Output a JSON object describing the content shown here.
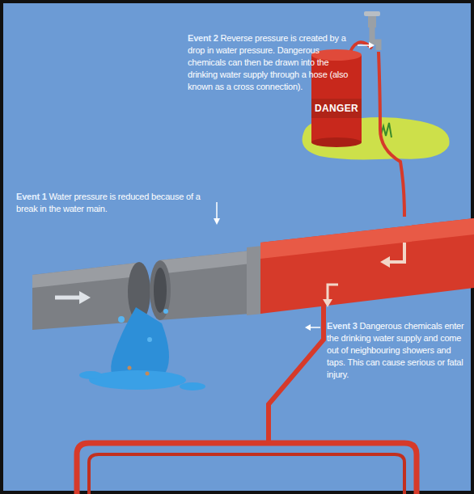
{
  "diagram": {
    "labels": [
      "Event 2",
      "Reverse pressure is created by a drop in water pressure. Dangerous chemicals can then be drawn into the drinking water supply through a hose (also known as a cross connection).",
      "DANGER",
      "Event 1",
      "Water pressure is reduced because of a break in the water main.",
      "Event 3",
      "Dangerous chemicals enter the drinking water supply and come out of neighbouring showers and taps. This can cause serious or fatal injury."
    ]
  }
}
